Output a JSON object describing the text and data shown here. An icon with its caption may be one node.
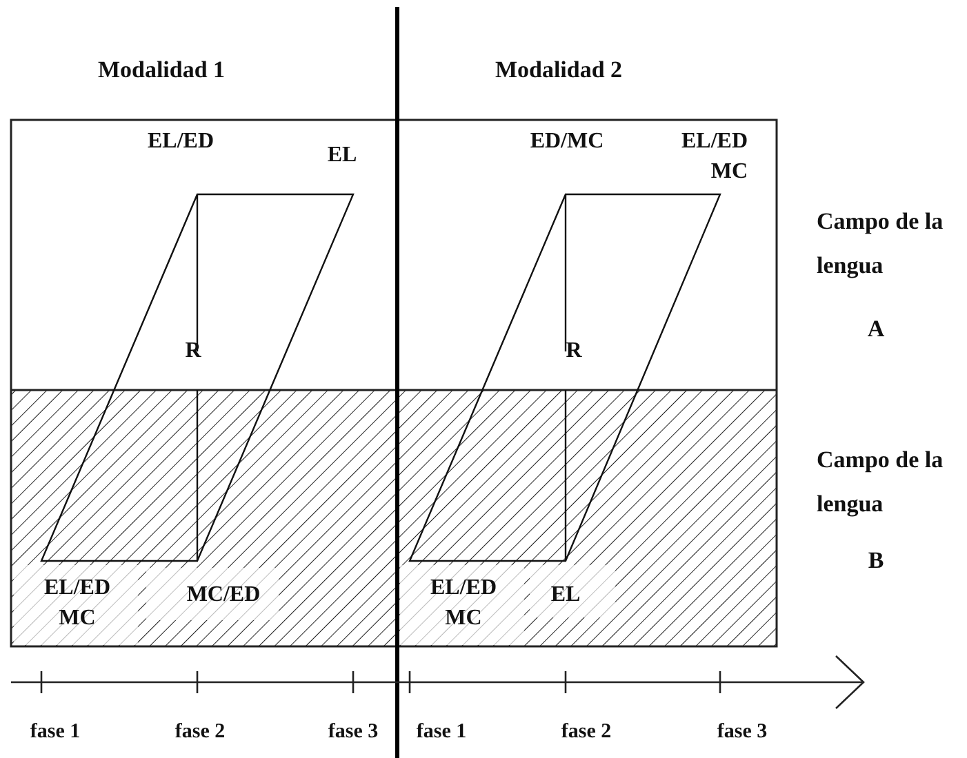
{
  "diagram": {
    "labels": [
      "Modalidad 1",
      "Modalidad 2",
      "EL/ED",
      "EL",
      "ED/MC",
      "EL/ED MC",
      "Campo de la lengua",
      "A",
      "R",
      "R",
      "Campo de la lengua",
      "B",
      "EL/ED MC",
      "MC/ED",
      "EL/ED MC",
      "EL",
      "fase 1",
      "fase 2",
      "fase 3",
      "fase 1",
      "fase 2",
      "fase 3"
    ]
  }
}
